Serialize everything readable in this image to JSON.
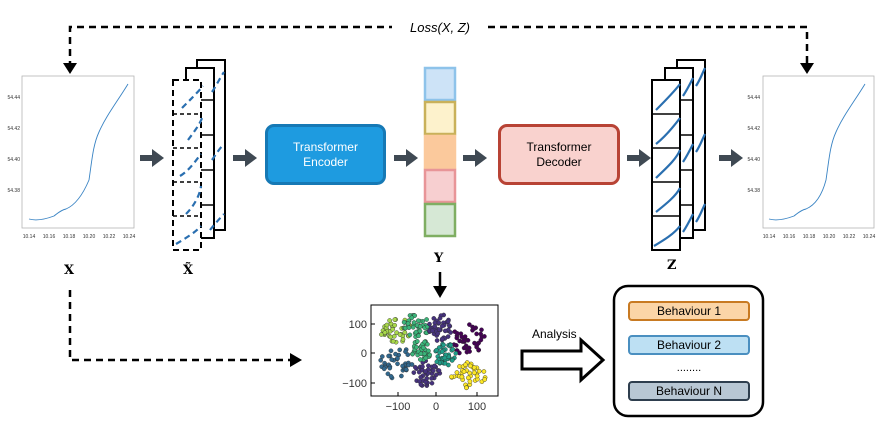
{
  "loss_label": "Loss(X, Z)",
  "labels": {
    "x": "X",
    "x_tilde": "X̃",
    "y": "Y",
    "z": "Z"
  },
  "encoder": {
    "line1": "Transformer",
    "line2": "Encoder",
    "color": "#1e9be0"
  },
  "decoder": {
    "line1": "Transformer",
    "line2": "Decoder",
    "color": "#f9d2ce"
  },
  "latent_colors": [
    "#cde3f7",
    "#fdf2cc",
    "#fbc99c",
    "#f7cfd0",
    "#d6e8d5"
  ],
  "analysis_label": "Analysis",
  "behaviours": [
    {
      "label": "Behaviour 1",
      "fill": "#fbd5a7",
      "border": "#c87a22"
    },
    {
      "label": "Behaviour 2",
      "fill": "#bde0f3",
      "border": "#4a8fc0"
    },
    {
      "label": "........",
      "fill": "none",
      "border": "none"
    },
    {
      "label": "Behaviour N",
      "fill": "#b8c7d4",
      "border": "#2e3e4e"
    }
  ],
  "input_plot": {
    "yticks": [
      "54.44",
      "54.42",
      "54.40",
      "54.38"
    ],
    "xticks": [
      "10.14",
      "10.16",
      "10.18",
      "10.20",
      "10.22",
      "10.24"
    ]
  },
  "output_plot": {
    "yticks": [
      "54.44",
      "54.42",
      "54.40",
      "54.38"
    ],
    "xticks": [
      "10.14",
      "10.16",
      "10.18",
      "10.20",
      "10.22",
      "10.24"
    ]
  },
  "scatter": {
    "yticks": [
      "100",
      "0",
      "−100"
    ],
    "xticks": [
      "−100",
      "0",
      "100"
    ],
    "cluster_colors": [
      "#a8d84a",
      "#3bb57a",
      "#1f9e89",
      "#31688e",
      "#46327e",
      "#440154",
      "#fde725"
    ]
  }
}
